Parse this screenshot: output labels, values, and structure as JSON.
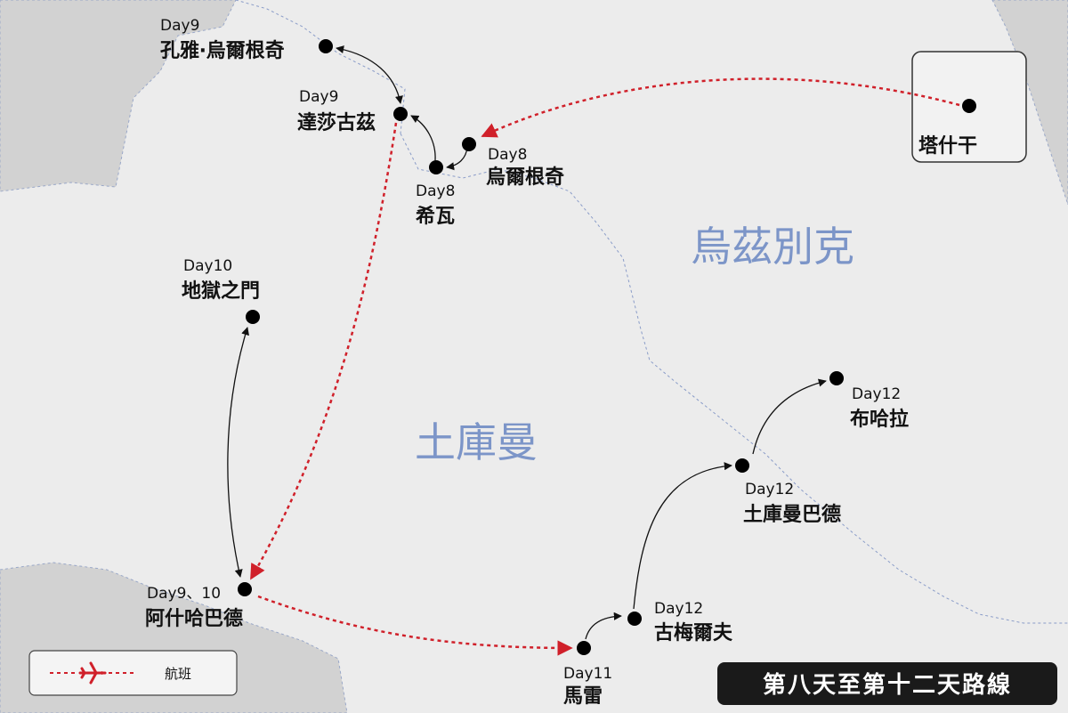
{
  "countries": {
    "uzbekistan": "烏茲別克",
    "turkmenistan": "土庫曼"
  },
  "places": {
    "tashkent": {
      "day": "",
      "name": "塔什干"
    },
    "urgench": {
      "day": "Day8",
      "name": "烏爾根奇"
    },
    "khiva": {
      "day": "Day8",
      "name": "希瓦"
    },
    "dashoguz": {
      "day": "Day9",
      "name": "達莎古茲"
    },
    "konye_urgench": {
      "day": "Day9",
      "name": "孔雅‧烏爾根奇"
    },
    "darvaza": {
      "day": "Day10",
      "name": "地獄之門"
    },
    "ashgabat": {
      "day": "Day9、10",
      "name": "阿什哈巴德"
    },
    "mary": {
      "day": "Day11",
      "name": "馬雷"
    },
    "merv": {
      "day": "Day12",
      "name": "古梅爾夫"
    },
    "turkmenabat": {
      "day": "Day12",
      "name": "土庫曼巴德"
    },
    "bukhara": {
      "day": "Day12",
      "name": "布哈拉"
    }
  },
  "legend": {
    "flight_label": "航班",
    "icon": "airplane-icon"
  },
  "title": "第八天至第十二天路線",
  "colors": {
    "flight_route": "#d0202a",
    "land_route": "#111111",
    "country_label": "#7c95c8",
    "title_bg": "#1a1a1a"
  }
}
